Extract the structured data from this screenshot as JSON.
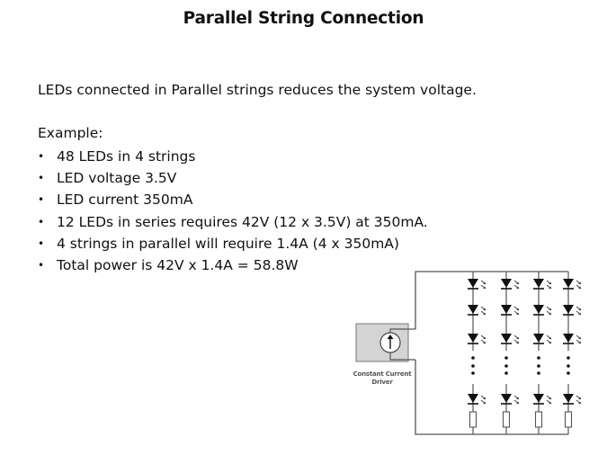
{
  "slide": {
    "title": "Parallel String Connection",
    "intro": "LEDs connected in Parallel strings reduces the system voltage.",
    "example_label": "Example:",
    "bullets": [
      "48 LEDs in 4 strings",
      "LED voltage 3.5V",
      "LED current 350mA",
      "12 LEDs in series requires 42V (12 x 3.5V) at 350mA.",
      "4 strings in parallel will require 1.4A (4 x 350mA)",
      "Total power is 42V x 1.4A = 58.8W"
    ],
    "bullet_glyph": "•"
  },
  "diagram": {
    "driver_label_line1": "Constant Current",
    "driver_label_line2": "Driver",
    "strings": 4,
    "leds_shown_per_string": 4,
    "colors": {
      "wire": "#555555",
      "driver_fill": "#d4d4d4",
      "led": "#111111"
    }
  }
}
